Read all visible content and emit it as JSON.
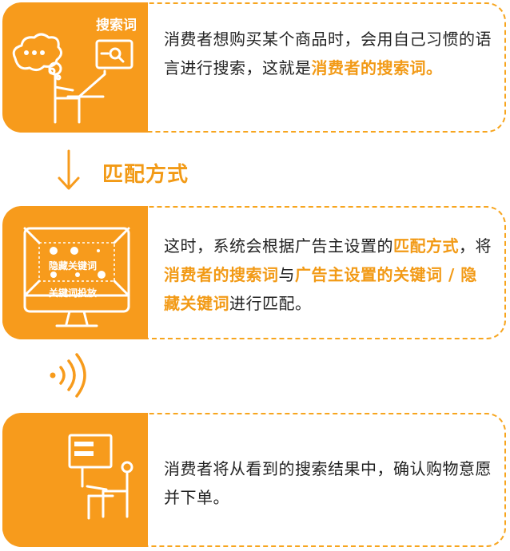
{
  "cards": [
    {
      "panel_title": "搜索词",
      "text": [
        {
          "t": "消费者想购买某个商品时，会用自己习惯的语言进行搜索，这就是",
          "hl": false
        },
        {
          "t": "消费者的搜索词。",
          "hl": true
        }
      ]
    },
    {
      "screen_labels": [
        "隐藏关键词",
        "关键词投放"
      ],
      "text": [
        {
          "t": "这时，系统会根据广告主设置的",
          "hl": false
        },
        {
          "t": "匹配方式",
          "hl": true
        },
        {
          "t": "，将",
          "hl": false
        },
        {
          "t": "消费者的搜索词",
          "hl": true
        },
        {
          "t": "与",
          "hl": false
        },
        {
          "t": "广告主设置的关键词 / 隐藏关键词",
          "hl": true
        },
        {
          "t": "进行匹配。",
          "hl": false
        }
      ]
    },
    {
      "text": [
        {
          "t": "消费者将从看到的搜索结果中，确认购物意愿并下单。",
          "hl": false
        }
      ]
    }
  ],
  "connector_label": "匹配方式",
  "colors": {
    "accent": "#F79B1C",
    "highlight": "#F29A16",
    "text": "#222222"
  }
}
